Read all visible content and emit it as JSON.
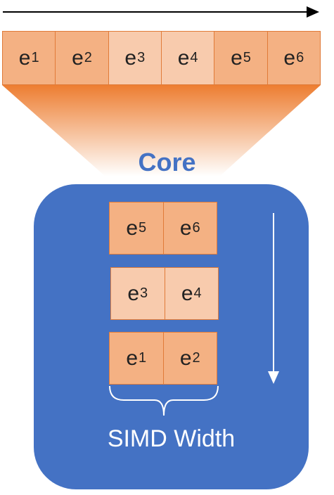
{
  "top_elements": [
    {
      "base": "e",
      "sub": "1",
      "shade": "dark"
    },
    {
      "base": "e",
      "sub": "2",
      "shade": "dark"
    },
    {
      "base": "e",
      "sub": "3",
      "shade": "light"
    },
    {
      "base": "e",
      "sub": "4",
      "shade": "light"
    },
    {
      "base": "e",
      "sub": "5",
      "shade": "dark"
    },
    {
      "base": "e",
      "sub": "6",
      "shade": "dark"
    }
  ],
  "core": {
    "label": "Core",
    "groups": [
      {
        "shade": "dark",
        "cells": [
          {
            "base": "e",
            "sub": "5"
          },
          {
            "base": "e",
            "sub": "6"
          }
        ]
      },
      {
        "shade": "light",
        "cells": [
          {
            "base": "e",
            "sub": "3"
          },
          {
            "base": "e",
            "sub": "4"
          }
        ]
      },
      {
        "shade": "dark",
        "cells": [
          {
            "base": "e",
            "sub": "1"
          },
          {
            "base": "e",
            "sub": "2"
          }
        ]
      }
    ],
    "simd_label": "SIMD Width"
  },
  "colors": {
    "core_blue": "#4472c4",
    "element_dark": "#f4b183",
    "element_light": "#f8cbad",
    "element_border": "#e07b39",
    "funnel_orange": "#ed7d31"
  }
}
